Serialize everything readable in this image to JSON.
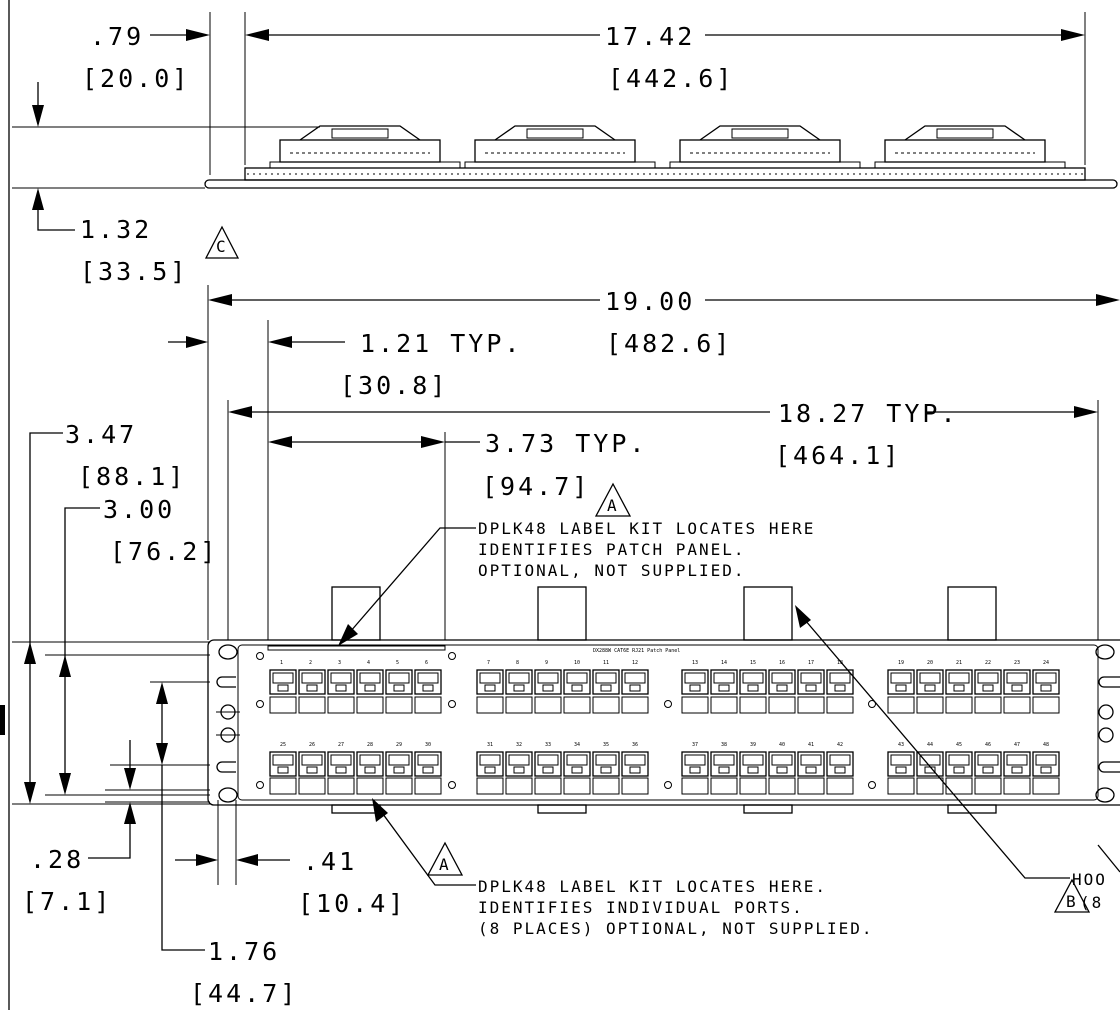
{
  "dimensions": {
    "top_offset": {
      "inch": ".79",
      "mm": "[20.0]"
    },
    "top_width": {
      "inch": "17.42",
      "mm": "[442.6]"
    },
    "top_height": {
      "inch": "1.32",
      "mm": "[33.5]"
    },
    "overall_width": {
      "inch": "19.00",
      "mm": "[482.6]"
    },
    "first_port_offset": {
      "inch": "1.21  TYP.",
      "mm": "[30.8]"
    },
    "mount_width": {
      "inch": "18.27  TYP.",
      "mm": "[464.1]"
    },
    "block_width": {
      "inch": "3.73  TYP.",
      "mm": "[94.7]"
    },
    "panel_height": {
      "inch": "3.47",
      "mm": "[88.1]"
    },
    "hole_spacing": {
      "inch": "3.00",
      "mm": "[76.2]"
    },
    "hole_edge": {
      "inch": ".28",
      "mm": "[7.1]"
    },
    "flange_width": {
      "inch": ".41",
      "mm": "[10.4]"
    },
    "slot_spacing": {
      "inch": "1.76",
      "mm": "[44.7]"
    }
  },
  "flags": {
    "c": "C",
    "a_top": "A",
    "a_bottom": "A",
    "b": "B"
  },
  "notes": {
    "top": [
      "DPLK48 LABEL KIT LOCATES HERE",
      "IDENTIFIES PATCH PANEL.",
      "OPTIONAL, NOT SUPPLIED."
    ],
    "bottom": [
      "DPLK48 LABEL KIT LOCATES HERE.",
      "IDENTIFIES INDIVIDUAL PORTS.",
      "(8 PLACES) OPTIONAL, NOT SUPPLIED."
    ],
    "hook": [
      "HOO",
      "(8"
    ]
  },
  "panel_label": "DX288W CAT6E RJ21 Patch Panel",
  "port_numbers": {
    "top": [
      [
        "1",
        "2",
        "3",
        "4",
        "5",
        "6"
      ],
      [
        "7",
        "8",
        "9",
        "10",
        "11",
        "12"
      ],
      [
        "13",
        "14",
        "15",
        "16",
        "17",
        "18"
      ],
      [
        "19",
        "20",
        "21",
        "22",
        "23",
        "24"
      ]
    ],
    "bottom": [
      [
        "25",
        "26",
        "27",
        "28",
        "29",
        "30"
      ],
      [
        "31",
        "32",
        "33",
        "34",
        "35",
        "36"
      ],
      [
        "37",
        "38",
        "39",
        "40",
        "41",
        "42"
      ],
      [
        "43",
        "44",
        "45",
        "46",
        "47",
        "48"
      ]
    ]
  }
}
